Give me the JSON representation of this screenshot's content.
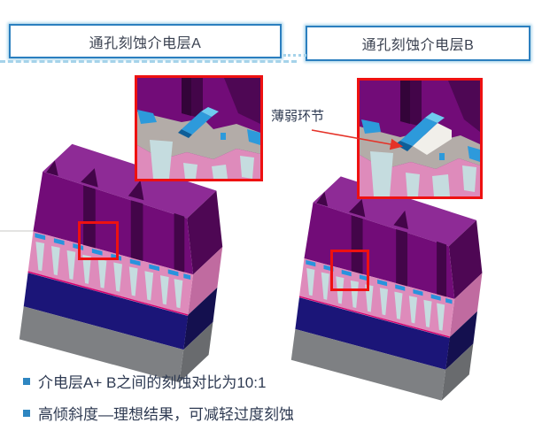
{
  "headers": {
    "box_a": "通孔刻蚀介电层A",
    "box_b": "通孔刻蚀介电层B"
  },
  "annotation": {
    "weak_point": "薄弱环节"
  },
  "bullets": [
    "介电层A+ B之间的刻蚀对比为10:1",
    "高倾斜度—理想结果，可减轻过度刻蚀"
  ],
  "figures": {
    "structure_a": "3d-render-via-etch-dielectric-A",
    "structure_b": "3d-render-via-etch-dielectric-B",
    "inset_a": "zoom-inset-etch-profile-A",
    "inset_b": "zoom-inset-etch-profile-B-weak-point",
    "highlight_a": "red-highlight-region-A",
    "highlight_b": "red-highlight-region-B"
  },
  "colors": {
    "accent_blue": "#2B7FBF",
    "glow_blue": "#A9D4EA",
    "dashed_line_blue": "#A5D3EA",
    "highlight_red": "#EE1111",
    "arrow_red": "#E53228",
    "text_dark": "#3A4150",
    "bullet_text": "#2E3A52",
    "bullet_square": "#2E86C1",
    "purple_front": "#720C78",
    "purple_top": "#8E2B96",
    "purple_side": "#4E0754",
    "trench_dark": "#430549",
    "trench_darker": "#330439",
    "pink": "#DE8BBB",
    "pink_side": "#C06BA0",
    "pillar_light": "#C5DCDF",
    "dash_blue": "#2893DD",
    "navy": "#1B1578",
    "navy_side": "#14104F",
    "gray": "#7E8083",
    "gray_side": "#696B6E",
    "inset_gray": "#B3ACA8",
    "inset_blue": "#2D9ADB",
    "inset_blue_light": "#6FCBEF",
    "inset_blue_dark": "#0E5E98",
    "white_weak": "#F1EFEA",
    "magenta_line": "#D6006E"
  }
}
